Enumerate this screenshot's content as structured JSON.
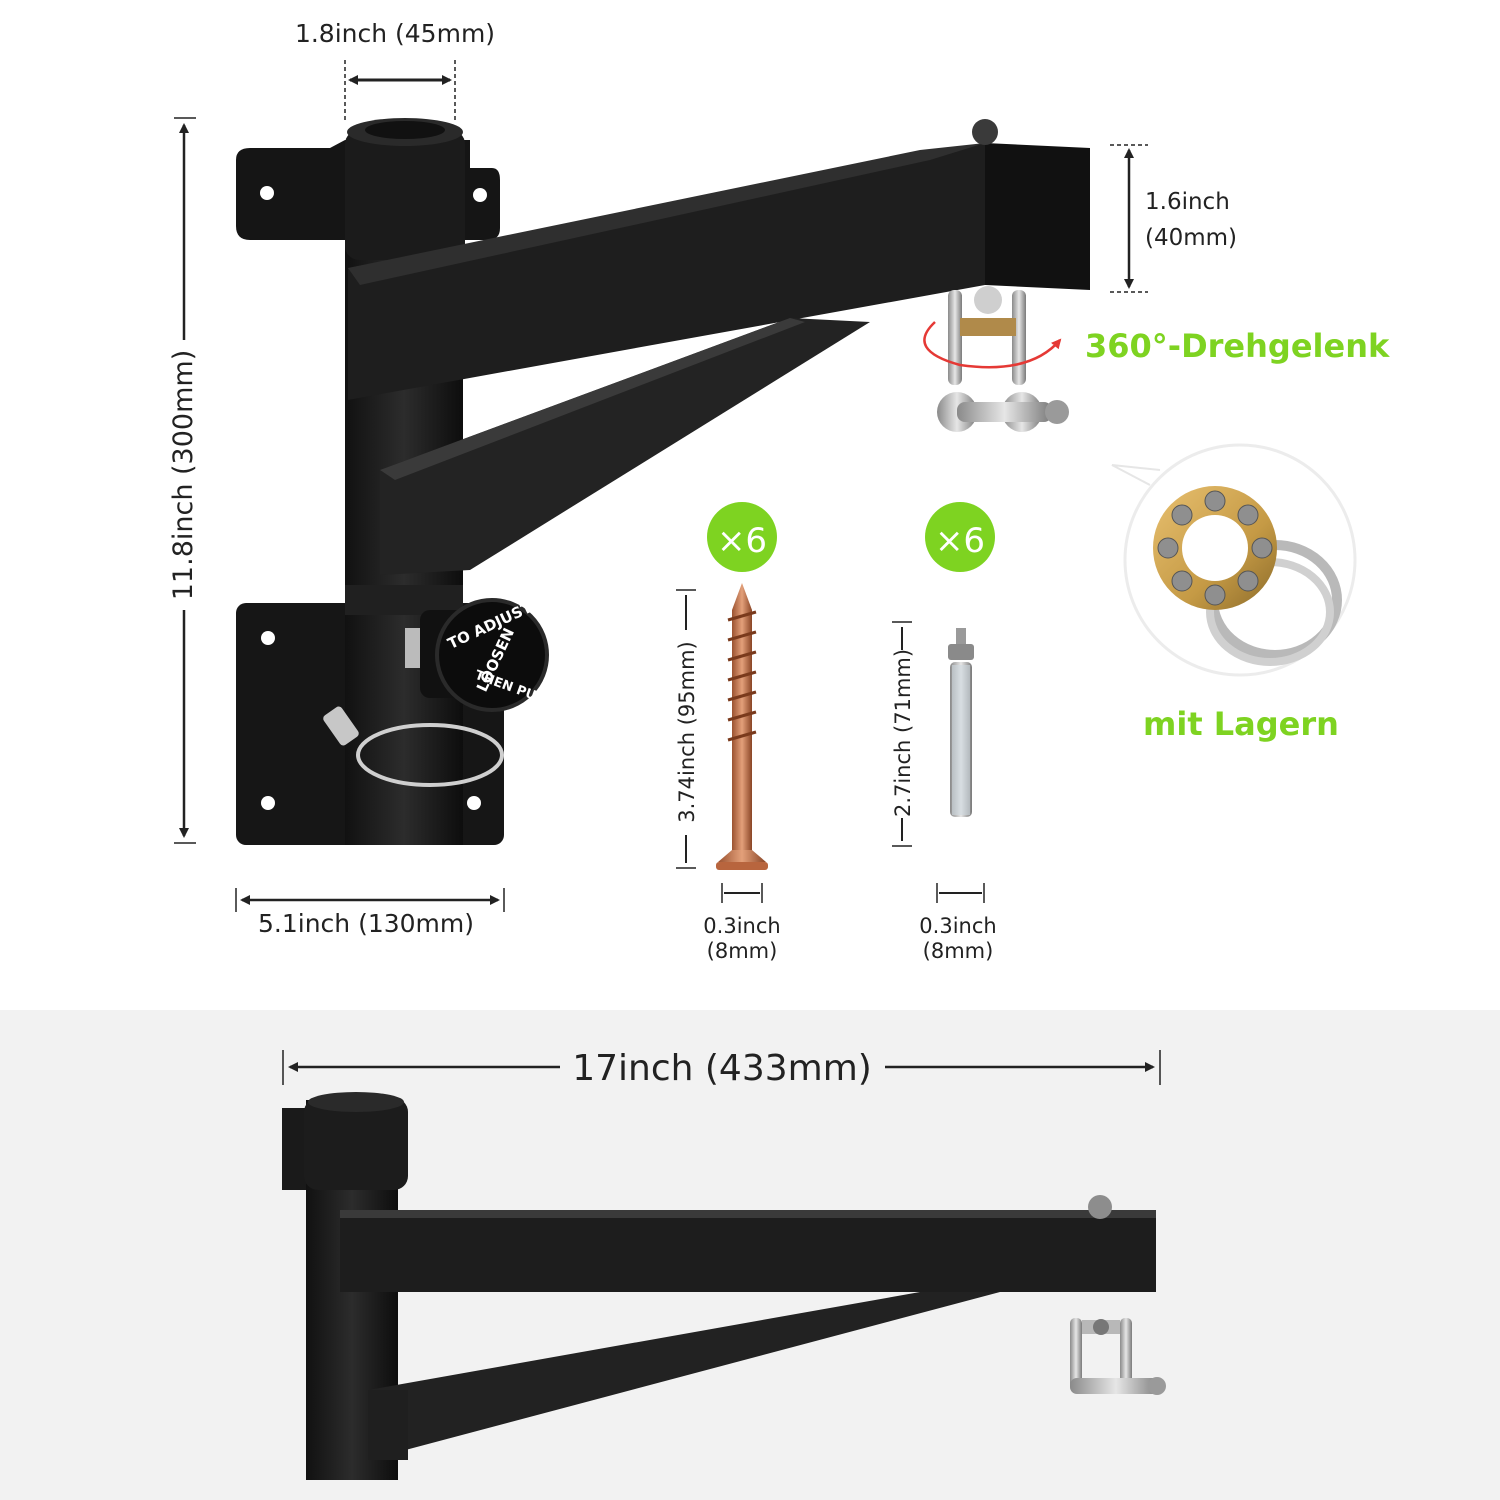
{
  "top": {
    "tube_diameter": "1.8inch (45mm)",
    "height": "11.8inch (300mm)",
    "plate_width": "5.1inch (130mm)",
    "arm_height_line1": "1.6inch",
    "arm_height_line2": "(40mm)",
    "swivel_label": "360°-Drehgelenk",
    "bearing_label": "mit Lagern",
    "knob_text": [
      "TO ADJUST",
      "LOOSEN",
      "THEN PULL"
    ]
  },
  "hardware": {
    "screw": {
      "qty": "×6",
      "length": "3.74inch (95mm)",
      "dia_line1": "0.3inch",
      "dia_line2": "(8mm)"
    },
    "anchor": {
      "qty": "×6",
      "length": "2.7inch (71mm)",
      "dia_line1": "0.3inch",
      "dia_line2": "(8mm)"
    }
  },
  "bottom": {
    "arm_length": "17inch (433mm)"
  },
  "colors": {
    "steel": "#1c1c1c",
    "steel_edge": "#2e2e2e",
    "accent_green": "#7ed321",
    "bottom_bg": "#f2f2f2",
    "copper": "#c8744a",
    "swivel_arrow": "#e53935"
  }
}
